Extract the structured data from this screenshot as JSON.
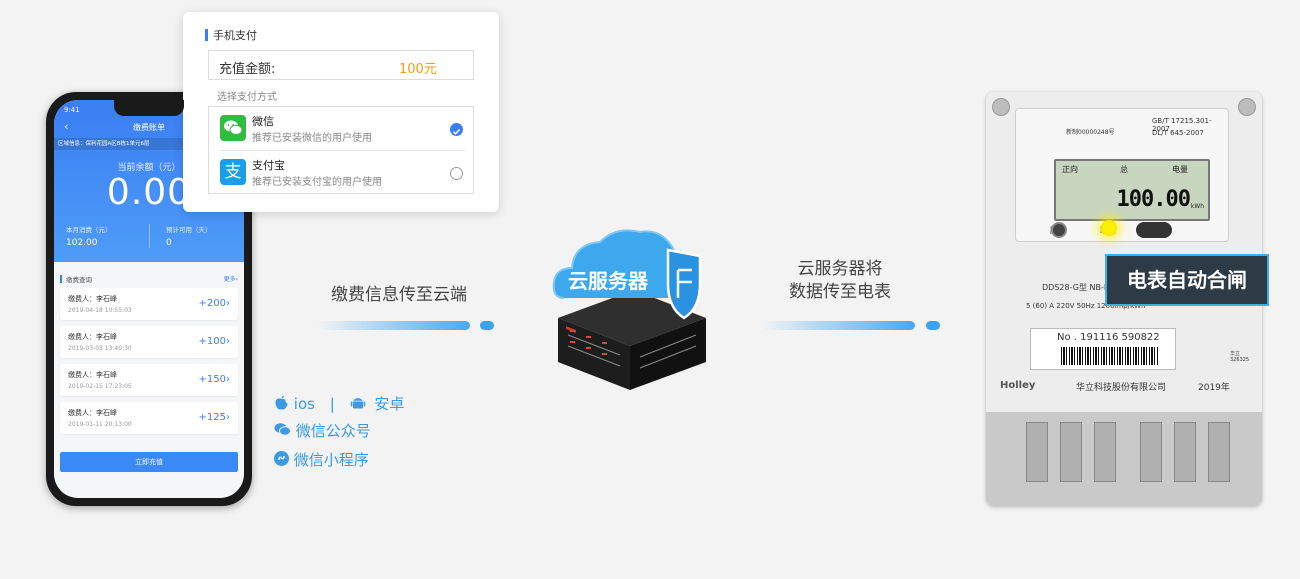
{
  "phone": {
    "status_time": "9:41",
    "nav_title": "缴费账单",
    "back_icon": "back-arrow-icon",
    "region_info": "区域信息：保利花园A区B栋1单元6层",
    "balance_label": "当前余额（元）",
    "balance_value": "0.00",
    "month_spend_label": "本月消费（元）",
    "month_spend_value": "102.00",
    "days_label": "预计可用（天）",
    "days_value": "0",
    "query_title": "缴费查询",
    "query_more": "更多",
    "records": [
      {
        "payer": "缴费人：李石峰",
        "date": "2019-04-18  10:55:03",
        "amount": "+200"
      },
      {
        "payer": "缴费人：李石峰",
        "date": "2019-03-03  13:40:30",
        "amount": "+100"
      },
      {
        "payer": "缴费人：李石峰",
        "date": "2019-02-15  17:23:05",
        "amount": "+150"
      },
      {
        "payer": "缴费人：李石峰",
        "date": "2019-01-11  20:13:00",
        "amount": "+125"
      }
    ],
    "recharge_button": "立即充值"
  },
  "payment": {
    "header": "手机支付",
    "amount_label": "充值金额:",
    "amount_value": "100元",
    "method_label": "选择支付方式",
    "options": [
      {
        "name": "微信",
        "desc": "推荐已安装微信的用户使用",
        "icon": "wechat-icon",
        "selected": true
      },
      {
        "name": "支付宝",
        "desc": "推荐已安装支付宝的用户使用",
        "icon": "alipay-icon",
        "selected": false
      }
    ],
    "alipay_glyph": "支"
  },
  "flow": {
    "left_label": "缴费信息传至云端",
    "cloud_label": "云服务器",
    "right_label_1": "云服务器将",
    "right_label_2": "数据传至电表"
  },
  "platforms": {
    "ios": "ios",
    "separator": "|",
    "android": "安卓",
    "wechat_official": "微信公众号",
    "wechat_mini": "微信小程序"
  },
  "meter": {
    "cert_small": "新制00000248号",
    "standard_1": "GB/T 17215.301-2007",
    "standard_2": "DL/T 645-2007",
    "lcd_h1": "正向",
    "lcd_h2": "总",
    "lcd_h3": "电量",
    "reading": "100.00",
    "unit": "kWh",
    "pulse_label": "脉冲",
    "trip_label": "跳闸",
    "ir_label": "红 外",
    "model": "DDS28-G型",
    "model_tail": "NB-I",
    "spec_line": "5 (60) A 220V 50Hz 1200imp/kWh",
    "serial": "No . 191116 590822",
    "brand": "Holley",
    "maker": "华立科技股份有限公司",
    "year": "2019年",
    "side_tag_1": "华立",
    "side_tag_2": "326325",
    "tag_text": "电表自动合闸"
  },
  "colors": {
    "accent": "#3a7ef3",
    "amount_orange": "#f39c12",
    "wechat_green": "#2ebd3f",
    "alipay_blue": "#1a9ee8",
    "tag_border": "#39b3e6"
  }
}
